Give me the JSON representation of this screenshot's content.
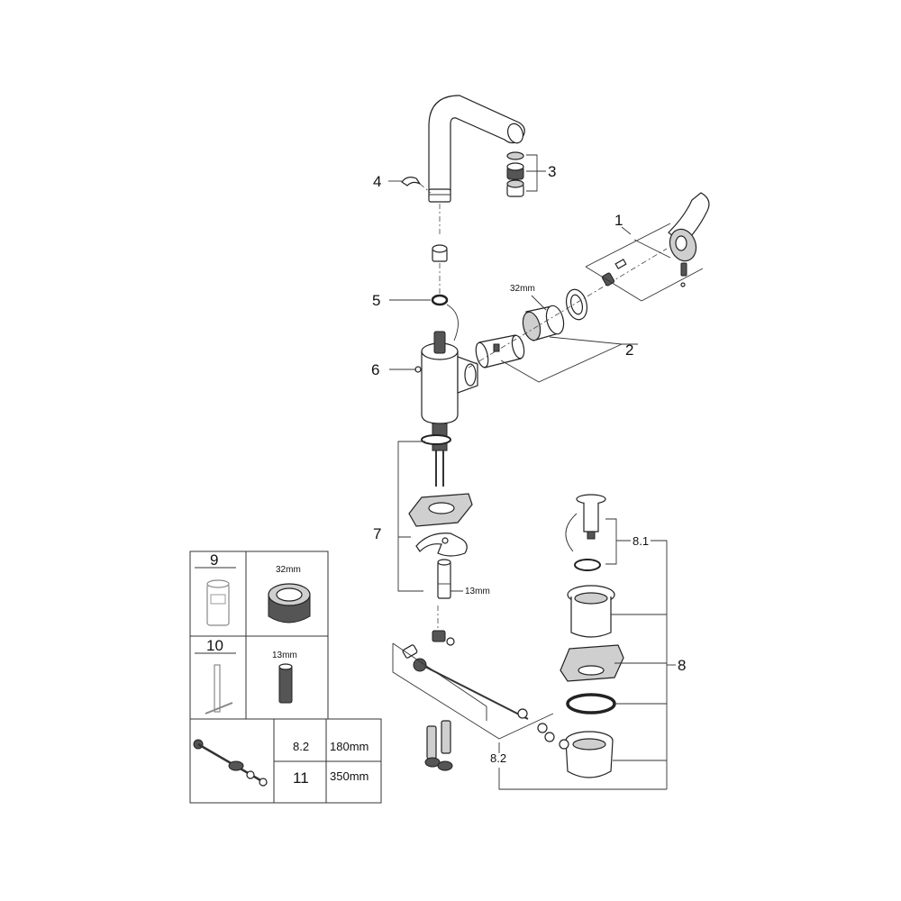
{
  "callouts": {
    "c1": "1",
    "c2": "2",
    "c3": "3",
    "c4": "4",
    "c5": "5",
    "c6": "6",
    "c7": "7",
    "c8": "8",
    "c8_1": "8.1",
    "c8_2": "8.2"
  },
  "dimensions": {
    "cartridge_size": "32mm",
    "hex_13mm": "13mm"
  },
  "tools_table": {
    "tool9_label": "9",
    "tool9_size": "32mm",
    "tool10_label": "10",
    "tool10_size": "13mm",
    "rows": [
      {
        "part": "8.2",
        "length": "180mm"
      },
      {
        "part": "11",
        "length": "350mm"
      }
    ]
  }
}
